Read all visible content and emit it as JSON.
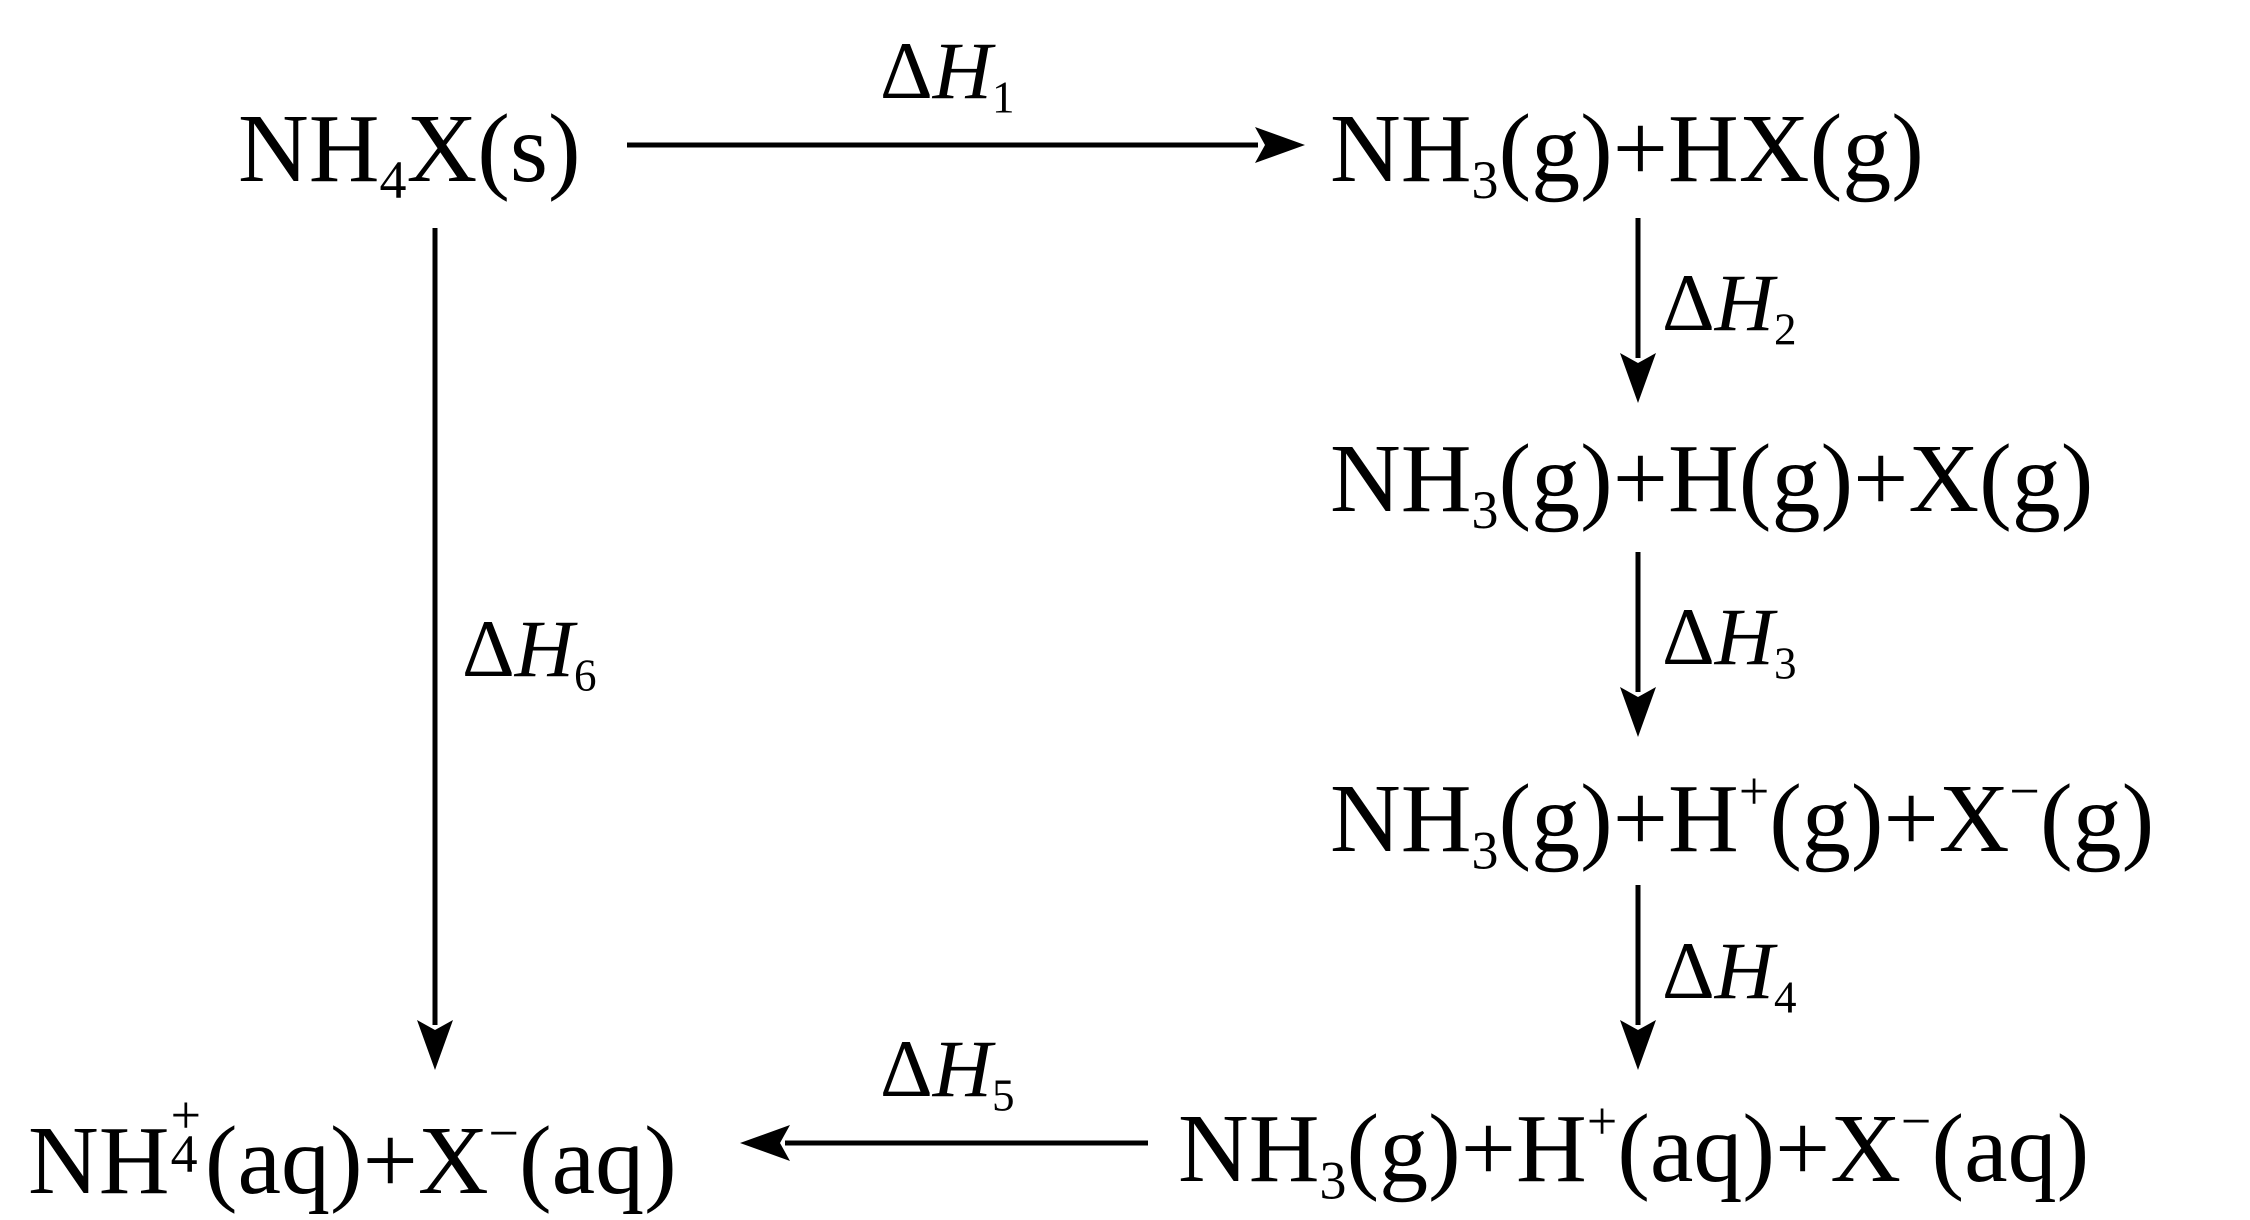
{
  "nodes": {
    "n1": {
      "base1": "NH",
      "sub1": "4",
      "rest1": "X(s)"
    },
    "n2": {
      "base1": "NH",
      "sub1": "3",
      "rest1": "(g)+HX(g)"
    },
    "n3": {
      "base1": "NH",
      "sub1": "3",
      "rest1": "(g)+H(g)+X(g)"
    },
    "n4": {
      "base1": "NH",
      "sub1": "3",
      "rest1": "(g)+H",
      "sup1": "+",
      "rest2": "(g)+X",
      "sup2": "−",
      "rest3": "(g)"
    },
    "n5": {
      "base1": "NH",
      "sub1": "3",
      "rest1": "(g)+H",
      "sup1": "+",
      "rest2": "(aq)+X",
      "sup2": "−",
      "rest3": "(aq)"
    },
    "n6": {
      "base1": "NH",
      "sup1": "+",
      "sub1": "4",
      "rest1": "(aq)+X",
      "sup2": "−",
      "rest2": "(aq)"
    }
  },
  "labels": {
    "dh1": {
      "delta": "Δ",
      "var": "H",
      "sub": "1"
    },
    "dh2": {
      "delta": "Δ",
      "var": "H",
      "sub": "2"
    },
    "dh3": {
      "delta": "Δ",
      "var": "H",
      "sub": "3"
    },
    "dh4": {
      "delta": "Δ",
      "var": "H",
      "sub": "4"
    },
    "dh5": {
      "delta": "Δ",
      "var": "H",
      "sub": "5"
    },
    "dh6": {
      "delta": "Δ",
      "var": "H",
      "sub": "6"
    }
  },
  "colors": {
    "ink": "#000000",
    "background": "#ffffff"
  }
}
